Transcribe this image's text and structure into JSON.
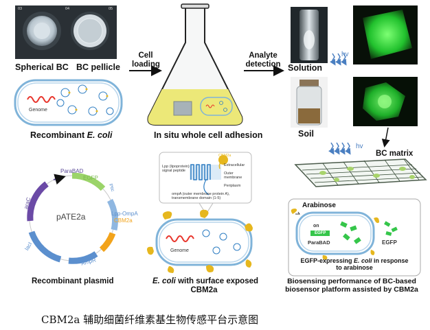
{
  "panel1": {
    "well_numbers": [
      "03",
      "04",
      "05"
    ],
    "spherical_bc": "Spherical BC",
    "bc_pellicle": "BC pellicle",
    "genome": "Genome",
    "recombinant_prefix": "Recombinant ",
    "recombinant_species": "E. coli"
  },
  "arrows": {
    "cell_loading": [
      "Cell",
      "loading"
    ],
    "analyte_detection": [
      "Analyte",
      "detection"
    ]
  },
  "panel2": {
    "in_situ": "In situ whole cell adhesion"
  },
  "panel3": {
    "solution": "Solution",
    "soil": "Soil",
    "hv": "hv"
  },
  "plasmid": {
    "name": "pATE2a",
    "parabad": "ParaBAD",
    "egfp": "EGFP",
    "ptic": "Ptic",
    "lpp_ompa": "Lpp-OmpA",
    "cbm2a": "CBM2a",
    "arac": "araC",
    "laci": "lacI",
    "ampr": "AmpR",
    "title": "Recombinant plasmid"
  },
  "membrane": {
    "extracellular": "Extracellular",
    "outer_membrane": "Outer membrane",
    "periplasm": "Periplasm",
    "lpp_label": "Lpp (lipoprotein) signal peptide",
    "ompa_label": "ompA (outer membrane protein A), transmembrane domain (1-5)",
    "cbm2a": "CBM2a",
    "genome": "Genome",
    "title_species": "E. coli",
    "title_rest": " with surface exposed",
    "title_line2": "CBM2a"
  },
  "biosensor": {
    "bc_matrix": "BC matrix",
    "hv": "hv",
    "arabinose": "Arabinose",
    "on": "on",
    "egfp_gene": "EGFP",
    "parabad": "ParaBAD",
    "egfp_protein": "EGFP",
    "expressing_prefix": "EGFP-expressing ",
    "expressing_species": "E. coli",
    "expressing_suffix": " in response",
    "expressing_line2": "to arabinose",
    "title_line1": "Biosensing performance of BC-based",
    "title_line2": "biosensor platform assisted by CBM2a"
  },
  "caption": "CBM2a 辅助细菌纤维素基生物传感平台示意图",
  "colors": {
    "cell_membrane": "#7fb3d9",
    "genome": "#e8352c",
    "plasmid_dot": "#2e7dc2",
    "cbm2a_yellow": "#e6b71e",
    "flask_liquid": "#ece878",
    "fluor_green": "#2fdc3e",
    "egfp_green": "#35c64a",
    "arac_purple": "#6b4aa6",
    "egfp_arc": "#9bd469",
    "ampr_blue": "#5b8fce",
    "cbm2a_orange": "#f2a31b"
  },
  "icons": [
    "beaker-icon",
    "flask-icon",
    "vial-icon",
    "light-arrow-icon",
    "plasmid-map-icon",
    "bacterium-icon"
  ]
}
